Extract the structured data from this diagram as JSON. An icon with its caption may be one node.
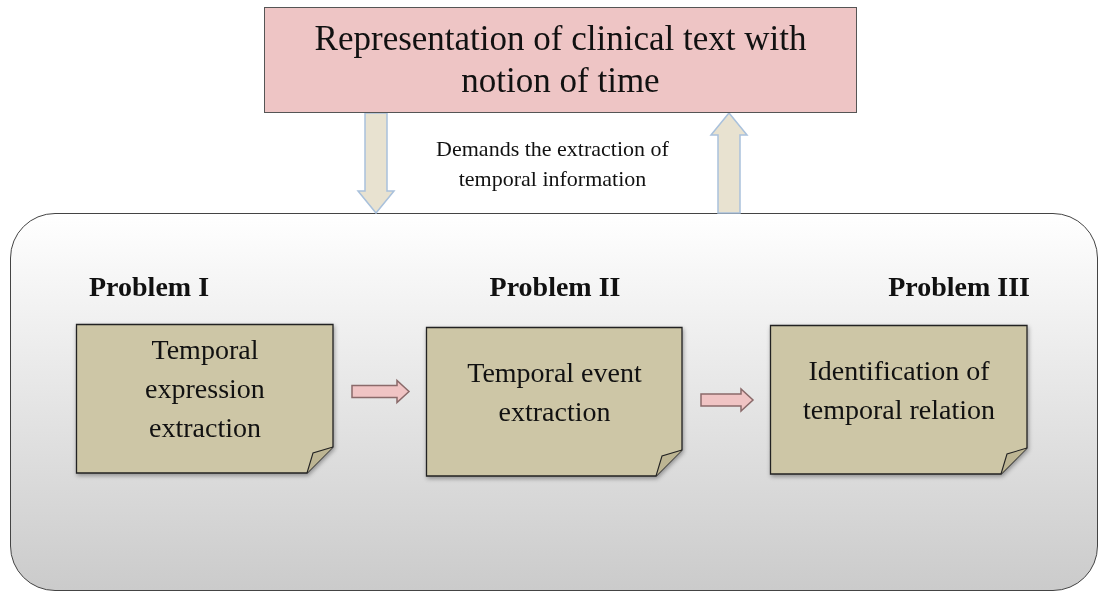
{
  "diagram": {
    "nodes": [
      {
        "text": [
          "Representation of clinical text with notion of time"
        ]
      },
      {
        "text": [],
        "shape": "box"
      },
      {
        "text": [
          "Problem I",
          "Temporal expression extraction"
        ],
        "in": 1
      },
      {
        "text": [
          "Problem II",
          "Temporal event extraction"
        ],
        "in": 1
      },
      {
        "text": [
          "Problem III",
          "Identification of temporal relation"
        ],
        "in": 1
      }
    ],
    "edges": [
      {
        "from": 0,
        "to": 1,
        "arrow": "to"
      },
      {
        "from": 1,
        "to": 0,
        "arrow": "to"
      },
      {
        "from": 2,
        "to": 3,
        "arrow": "to",
        "color": "#f0c4c4"
      },
      {
        "from": 3,
        "to": 4,
        "arrow": "to",
        "color": "#f0c4c4"
      }
    ],
    "labels": [
      "Demands the extraction of temporal information"
    ]
  }
}
